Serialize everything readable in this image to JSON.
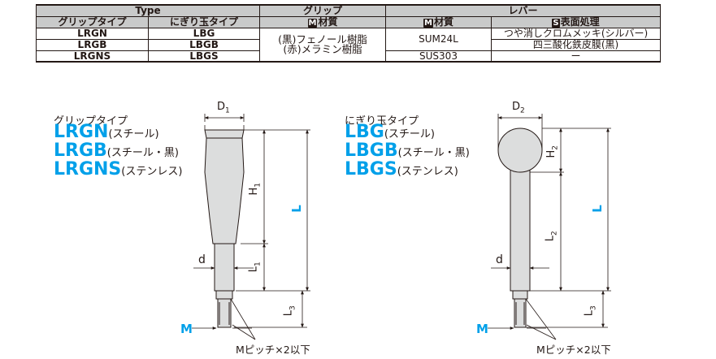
{
  "table": {
    "header1": {
      "type": "Type",
      "grip": "グリップ",
      "lever": "レバー"
    },
    "header2": {
      "grip_type": "グリップタイプ",
      "ball_type": "にぎり玉タイプ",
      "grip_material": "材質",
      "lever_material": "材質",
      "surface": "表面処理"
    },
    "badges": {
      "material": "M",
      "surface": "S"
    },
    "rows": [
      {
        "grip_type": "LRGN",
        "ball_type": "LBG",
        "lever_material": "SUM24L",
        "surface": "つや消しクロムメッキ(シルバー)"
      },
      {
        "grip_type": "LRGB",
        "ball_type": "LBGB",
        "lever_material": "",
        "surface": "四三酸化鉄皮膜(黒)"
      },
      {
        "grip_type": "LRGNS",
        "ball_type": "LBGS",
        "lever_material": "SUS303",
        "surface": "ー"
      }
    ],
    "grip_material_line1": "(黒)フェノール樹脂",
    "grip_material_line2": "(赤)メラミン樹脂"
  },
  "left_diagram": {
    "caption": "グリップタイプ",
    "models": [
      {
        "code": "LRGN",
        "note": "(スチール)"
      },
      {
        "code": "LRGB",
        "note": "(スチール・黒)"
      },
      {
        "code": "LRGNS",
        "note": "(ステンレス)"
      }
    ],
    "dims": {
      "D": "D",
      "D_sub": "1",
      "H": "H",
      "H_sub": "1",
      "L": "L",
      "L1": "L",
      "L1_sub": "1",
      "L3": "L",
      "L3_sub": "3",
      "d": "d",
      "M": "M"
    },
    "pitch_note": "Mピッチ×2以下"
  },
  "right_diagram": {
    "caption": "にぎり玉タイプ",
    "models": [
      {
        "code": "LBG",
        "note": "(スチール)"
      },
      {
        "code": "LBGB",
        "note": "(スチール・黒)"
      },
      {
        "code": "LBGS",
        "note": "(ステンレス)"
      }
    ],
    "dims": {
      "D": "D",
      "D_sub": "2",
      "H": "H",
      "H_sub": "2",
      "L": "L",
      "L2": "L",
      "L2_sub": "2",
      "L3": "L",
      "L3_sub": "3",
      "d": "d",
      "M": "M"
    },
    "pitch_note": "Mピッチ×2以下"
  },
  "colors": {
    "accent": "#00a0e9",
    "ink": "#231815",
    "header_bg": "#c9caca",
    "part_fill": "#dcdddd"
  }
}
